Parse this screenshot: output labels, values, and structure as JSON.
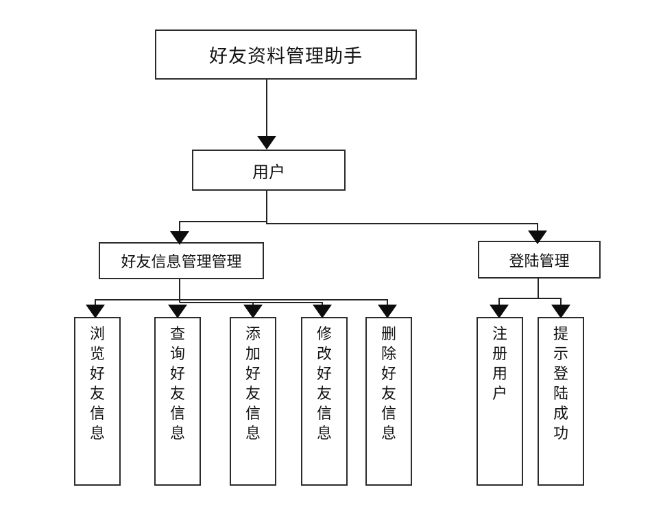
{
  "diagram": {
    "title": "好友资料管理助手",
    "root": "用户",
    "branches": [
      {
        "label": "好友信息管理管理",
        "children": [
          "浏览好友信息",
          "查询好友信息",
          "添加好友信息",
          "修改好友信息",
          "删除好友信息"
        ]
      },
      {
        "label": "登陆管理",
        "children": [
          "注册用户",
          "提示登陆成功"
        ]
      }
    ],
    "colors": {
      "background": "#ffffff",
      "box_border": "#2b2b2b",
      "connector": "#232323",
      "arrow": "#0d0d0d"
    }
  }
}
